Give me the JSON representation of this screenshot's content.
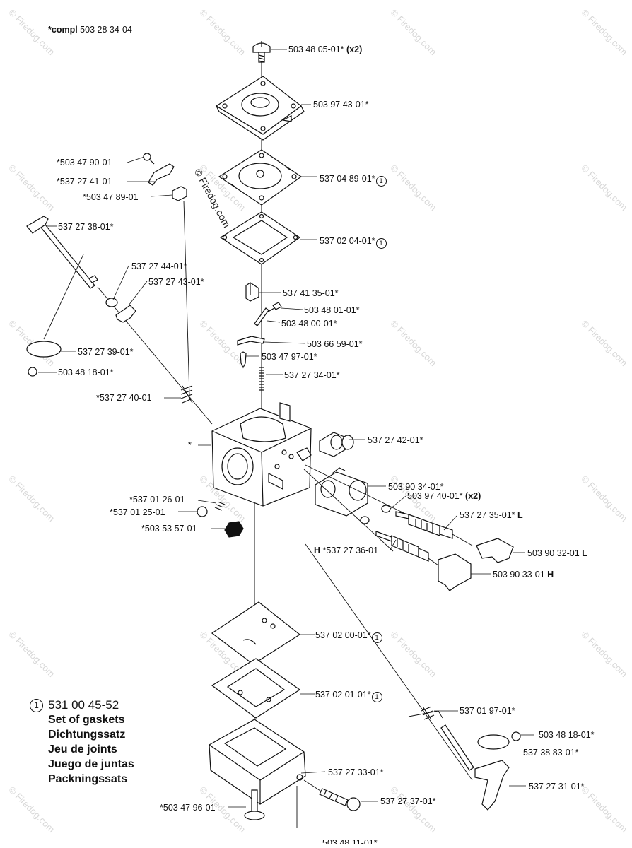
{
  "header": {
    "prefix": "*compl",
    "number": "503 28 34-04"
  },
  "watermark": "© Firedog.com",
  "copyright": "© Firedog.com",
  "legend": {
    "marker": "1",
    "number": "531 00 45-52",
    "lines": [
      "Set of gaskets",
      "Dichtungssatz",
      "Jeu de joints",
      "Juego de juntas",
      "Packningssats"
    ]
  },
  "labels": {
    "screw_top": {
      "text": "503 48 05-01*",
      "suffix": "(x2)"
    },
    "cover": {
      "text": "503 97 43-01*"
    },
    "pump_diaphragm": {
      "text": "537 04 89-01*",
      "marker": "1"
    },
    "pump_gasket": {
      "text": "537 02 04-01*",
      "marker": "1"
    },
    "clip_screw": {
      "text": "*503 47 90-01"
    },
    "choke_lever": {
      "text": "*537 27 41-01"
    },
    "choke_bushing": {
      "text": "*503 47 89-01"
    },
    "throttle_shaft": {
      "text": "537 27 38-01*"
    },
    "washer_a": {
      "text": "537 27 44-01*"
    },
    "washer_b": {
      "text": "537 27 43-01*"
    },
    "plug": {
      "text": "537 41 35-01*"
    },
    "screw_mid": {
      "text": "503 48 01-01*"
    },
    "pin": {
      "text": "503 48 00-01*"
    },
    "lever": {
      "text": "503 66 59-01*"
    },
    "needle": {
      "text": "503 47 97-01*"
    },
    "spring_mid": {
      "text": "537 27 34-01*"
    },
    "valve_plate": {
      "text": "537 27 39-01*"
    },
    "screw_left": {
      "text": "503 48 18-01*"
    },
    "spring_left": {
      "text": "*537 27 40-01"
    },
    "carb_body": {
      "text": "*"
    },
    "cap_top": {
      "text": "537 27 42-01*"
    },
    "housing": {
      "text": "503 90 34-01*"
    },
    "oring": {
      "text": "503 97 40-01*",
      "suffix": "(x2)"
    },
    "welch_a": {
      "text": "*537 01 26-01"
    },
    "welch_b": {
      "text": "*537 01 25-01"
    },
    "filter": {
      "text": "*503 53 57-01"
    },
    "needle_l": {
      "text": "537 27 35-01*",
      "suffix": "L"
    },
    "needle_h": {
      "prefix": "H",
      "text": "*537 27 36-01"
    },
    "limiter_l": {
      "text": "503 90 32-01",
      "suffix": "L"
    },
    "limiter_h": {
      "text": "503 90 33-01",
      "suffix": "H"
    },
    "metering_diaphragm": {
      "text": "537 02 00-01*",
      "marker": "1"
    },
    "metering_gasket": {
      "text": "537 02 01-01*",
      "marker": "1"
    },
    "throttle_spring": {
      "text": "537 01 97-01*"
    },
    "screw_right": {
      "text": "503 48 18-01*"
    },
    "throttle_plate": {
      "text": "537 38 83-01*"
    },
    "cover_bottom": {
      "text": "537 27 33-01*"
    },
    "adjust_screw": {
      "text": "537 27 37-01*"
    },
    "screw_bottom": {
      "text": "*503 47 96-01"
    },
    "cut_off": {
      "text": "503 48 11-01*"
    },
    "throttle_lever": {
      "text": "537 27 31-01*"
    }
  }
}
